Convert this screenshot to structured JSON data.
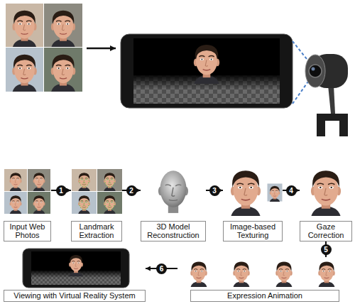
{
  "diagram": {
    "nodes": [
      {
        "text": [
          "Input Web Photos"
        ]
      },
      {
        "text": [
          "Landmark Extraction"
        ]
      },
      {
        "text": [
          "3D Model Reconstruction"
        ]
      },
      {
        "text": [
          "Image-based Texturing"
        ]
      },
      {
        "text": [
          "Gaze Correction"
        ]
      },
      {
        "text": [
          "Expression Animation"
        ]
      },
      {
        "text": [
          "Viewing with Virtual Reality System"
        ]
      }
    ],
    "edges": [
      {
        "from": 0,
        "to": 1,
        "arrow": "to",
        "label": "1"
      },
      {
        "from": 1,
        "to": 2,
        "arrow": "to",
        "label": "2"
      },
      {
        "from": 2,
        "to": 3,
        "arrow": "to",
        "label": "3"
      },
      {
        "from": 3,
        "to": 4,
        "arrow": "to",
        "label": "4"
      },
      {
        "from": 4,
        "to": 5,
        "arrow": "to",
        "label": "5"
      },
      {
        "from": 5,
        "to": 6,
        "arrow": "to",
        "label": "6"
      }
    ]
  }
}
